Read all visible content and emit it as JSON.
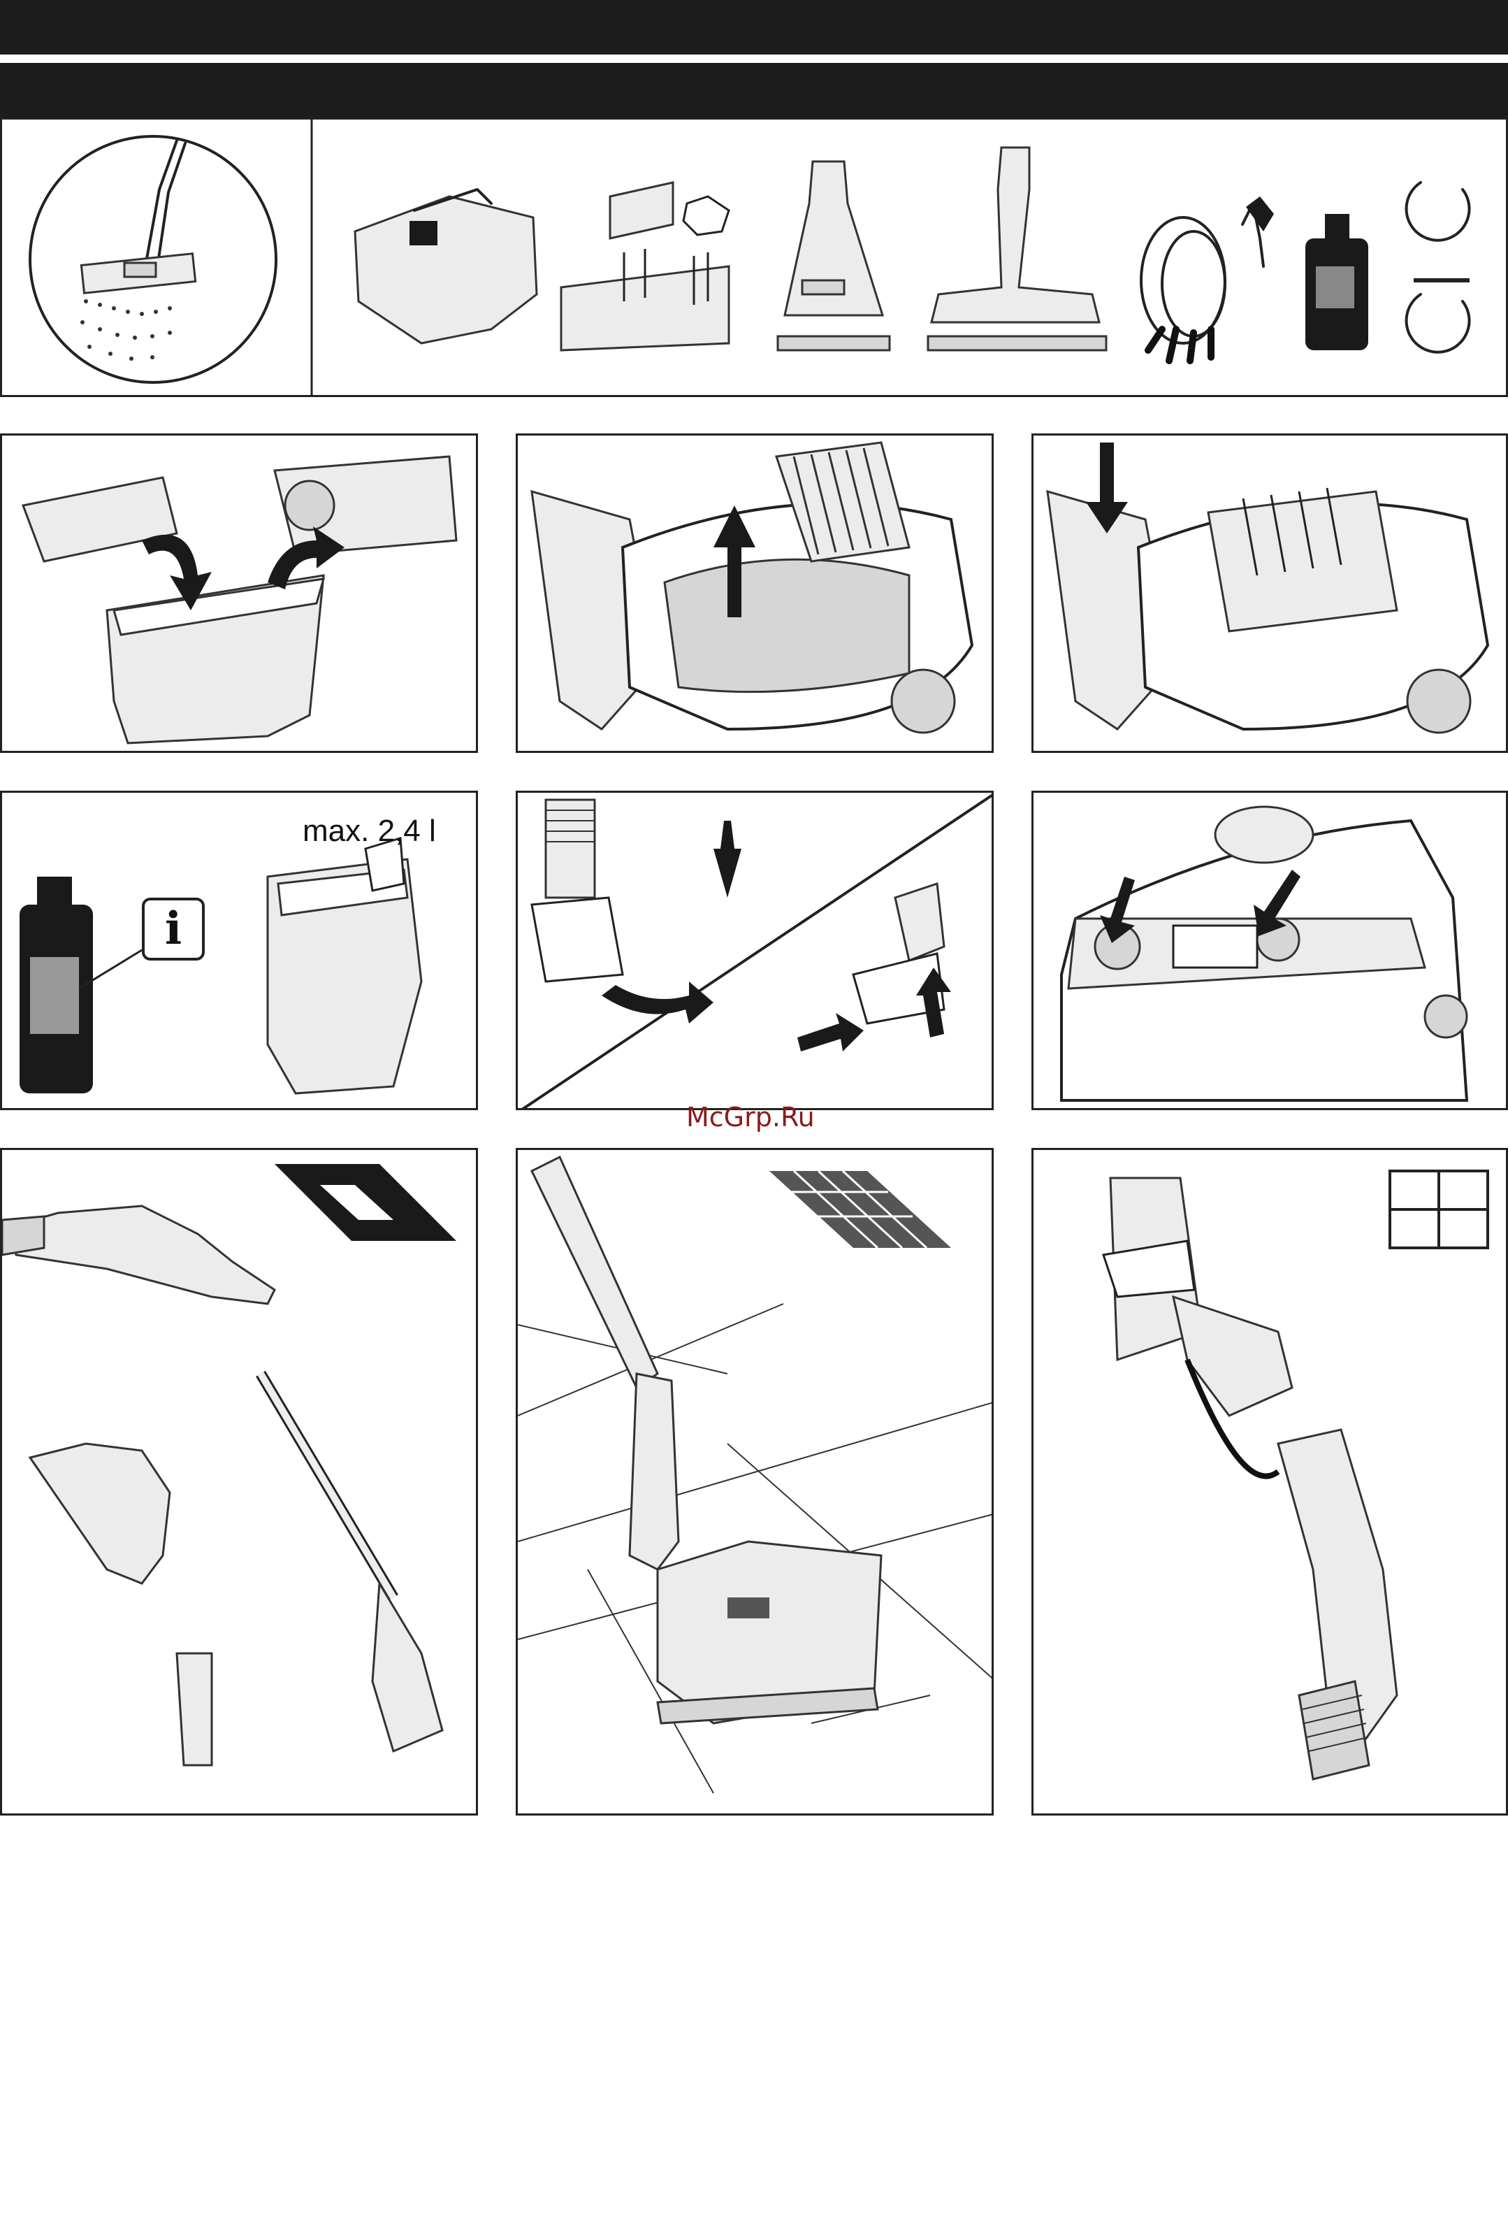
{
  "header": {
    "bar_top": "",
    "bar_section": ""
  },
  "panel_fill": {
    "max_label": "max. 2,4 l",
    "info_symbol": "i"
  },
  "watermark": "McGrp.Ru",
  "icons": [
    "spray-nozzle-icon",
    "water-tank-icon",
    "filter-insert-icon",
    "upholstery-nozzle-icon",
    "floor-nozzle-icon",
    "spray-hose-icon",
    "detergent-bottle-icon",
    "clip-icon",
    "carpet-icon",
    "tile-floor-icon",
    "window-icon",
    "info-icon",
    "arrow-icon"
  ]
}
